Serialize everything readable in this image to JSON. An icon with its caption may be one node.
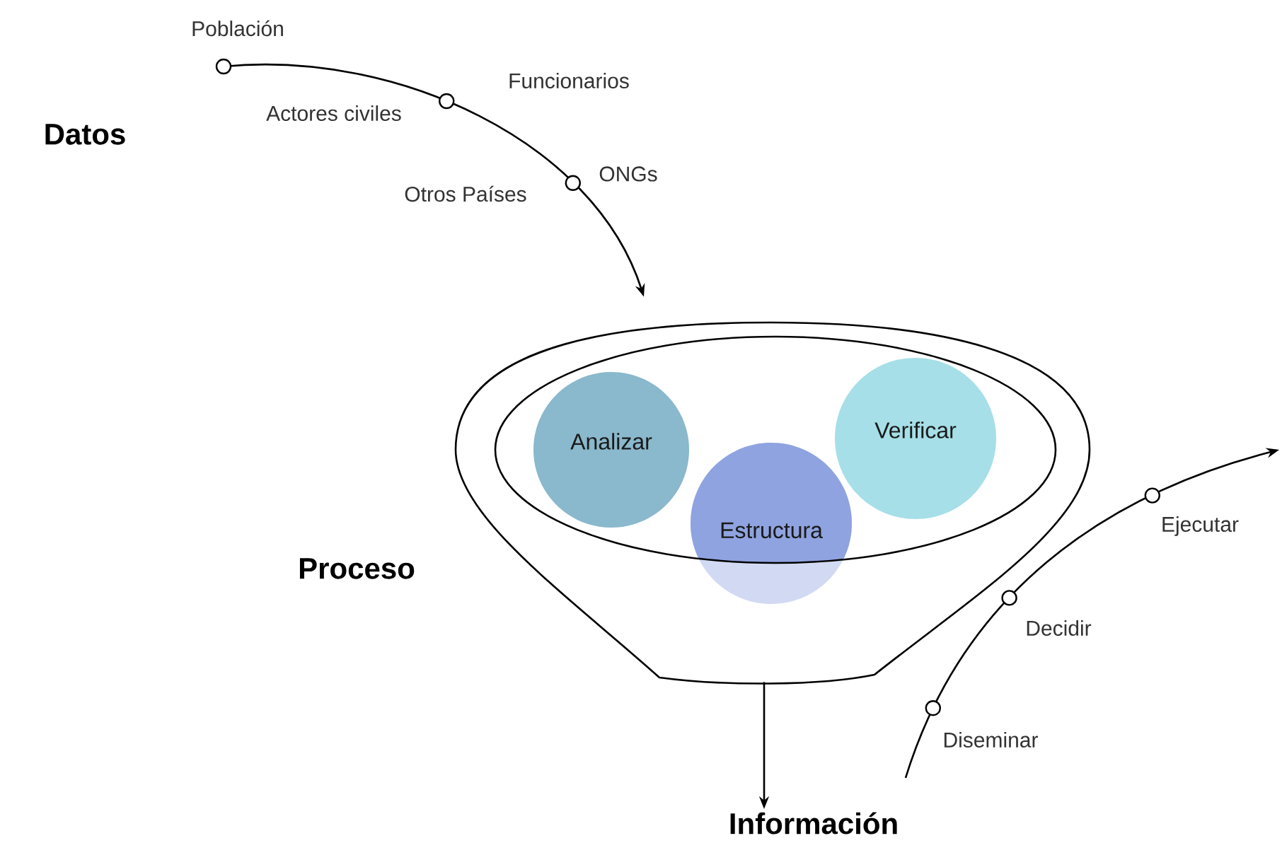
{
  "diagram": {
    "nodes": [
      {
        "text": [],
        "shape": "funnel",
        "beside": [
          "Proceso"
        ]
      },
      {
        "text": [],
        "shape": "ellipse",
        "in": 0
      },
      {
        "text": [
          "Analizar"
        ],
        "in": 1
      },
      {
        "text": [
          "Estructura"
        ],
        "in": 0
      },
      {
        "text": [
          "Verificar"
        ],
        "in": 1
      },
      {
        "text": [
          "Información"
        ]
      }
    ],
    "edges": [
      {
        "from": null,
        "to": 0,
        "arrow": "to"
      },
      {
        "from": 0,
        "to": 5,
        "arrow": "to"
      }
    ],
    "labels": [
      "Población",
      "Funcionarios",
      "Actores civiles",
      "Datos",
      "ONGs",
      "Otros Países",
      "Ejecutar",
      "Decidir",
      "Diseminar"
    ]
  }
}
